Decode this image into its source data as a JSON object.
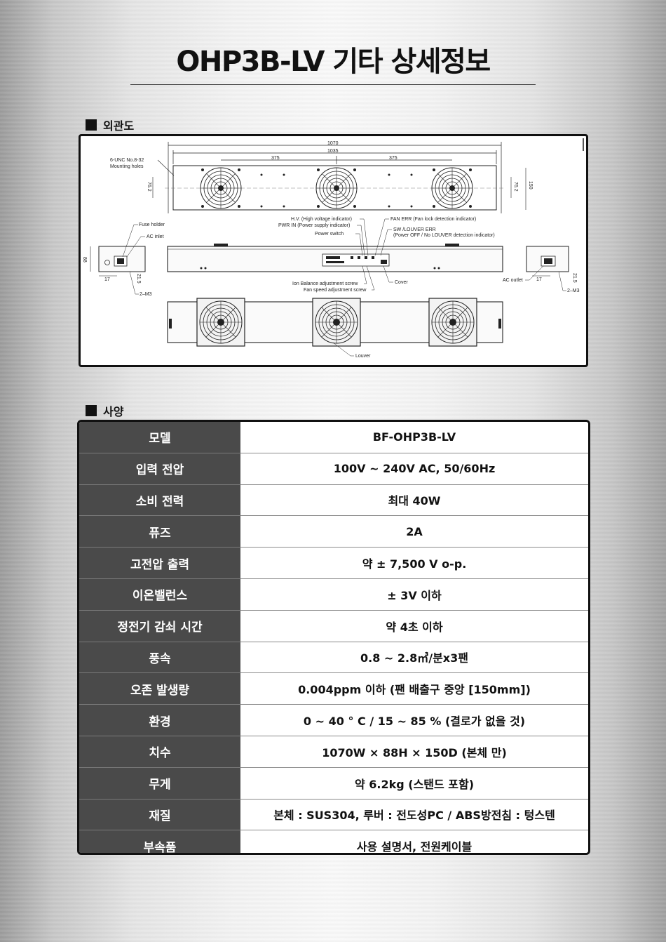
{
  "page": {
    "title": "OHP3B-LV 기타 상세정보"
  },
  "sections": {
    "exterior": {
      "label": "외관도"
    },
    "specs": {
      "label": "사양"
    }
  },
  "drawing": {
    "dims": {
      "overall": "1070",
      "inner": "1035",
      "pitch_left": "375",
      "pitch_right": "375",
      "left_h": "76.2",
      "right_h": "76.2",
      "depth": "150",
      "side_h": "88",
      "side_w_left": "17",
      "side_w_right": "17",
      "side_off_left": "21.5",
      "side_off_right": "21.5"
    },
    "labels": {
      "mounting": "6-UNC No.8-32",
      "mounting2": "Mounting holes",
      "fuse_holder": "Fuse holder",
      "ac_inlet": "AC inlet",
      "hv": "H.V. (High voltage indicator)",
      "pwr_in": "PWR IN (Power supply indicator)",
      "power_switch": "Power switch",
      "fan_err": "FAN ERR (Fan lock detection indicator)",
      "sw_louver": "SW /LOUVER ERR",
      "sw_louver2": "(Power OFF / No LOUVER detection indicator)",
      "ion_balance": "Ion Balance adjustment screw",
      "fan_speed": "Fan speed adjustment screw",
      "cover": "Cover",
      "ac_outlet": "AC outlet",
      "m3_left": "2–M3",
      "m3_right": "2–M3",
      "louver": "Louver"
    }
  },
  "specs": [
    {
      "key": "모델",
      "value": "BF-OHP3B-LV"
    },
    {
      "key": "입력 전압",
      "value": "100V ~ 240V AC, 50/60Hz"
    },
    {
      "key": "소비 전력",
      "value": "최대 40W"
    },
    {
      "key": "퓨즈",
      "value": "2A"
    },
    {
      "key": "고전압 출력",
      "value": "약 ± 7,500 V o-p."
    },
    {
      "key": "이온밸런스",
      "value": "± 3V 이하"
    },
    {
      "key": "정전기 감쇠 시간",
      "value": "약 4초 이하"
    },
    {
      "key": "풍속",
      "value": "0.8 ~ 2.8㎥/분x3팬"
    },
    {
      "key": "오존 발생량",
      "value": "0.004ppm 이하 (팬 배출구 중앙 [150mm])"
    },
    {
      "key": "환경",
      "value": "0 ~ 40 ° C  /  15 ~ 85 % (결로가 없을 것)"
    },
    {
      "key": "치수",
      "value": "1070W × 88H × 150D (본체 만)"
    },
    {
      "key": "무게",
      "value": "약 6.2kg (스탠드 포함)"
    },
    {
      "key": "재질",
      "value": "본체 : SUS304, 루버 : 전도성PC / ABS방전침 : 텅스텐"
    },
    {
      "key": "부속품",
      "value": "사용 설명서, 전원케이블"
    }
  ]
}
